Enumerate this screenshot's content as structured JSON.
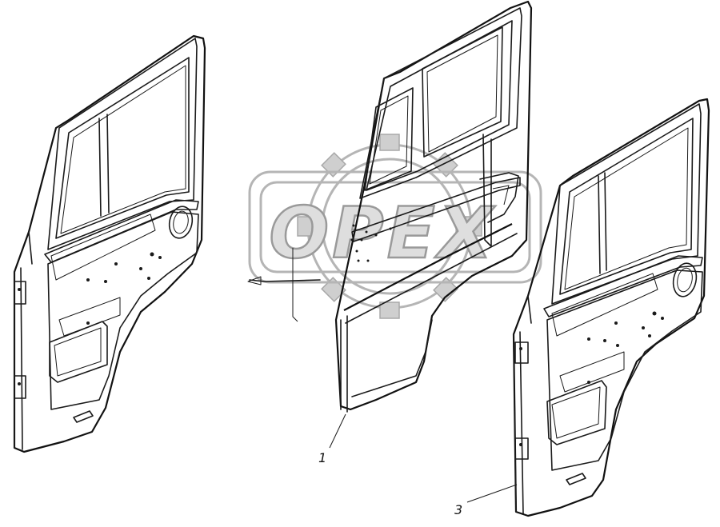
{
  "watermark": {
    "text": "OPEX"
  },
  "callouts": [
    {
      "id": "1",
      "text": "1"
    },
    {
      "id": "3",
      "text": "3"
    }
  ]
}
